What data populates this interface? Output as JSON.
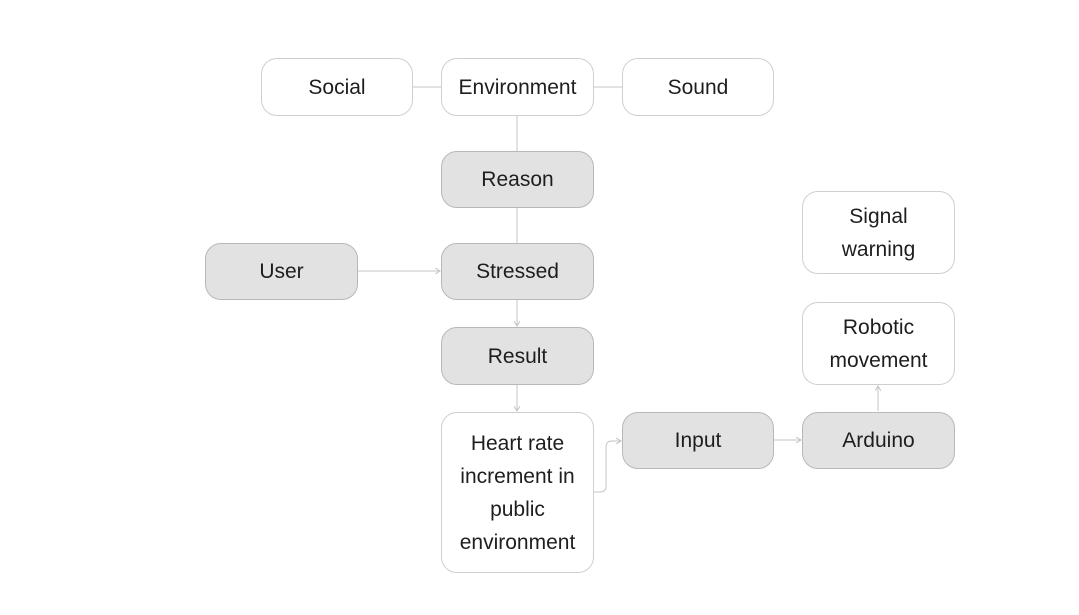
{
  "diagram": {
    "colors": {
      "node_fill": "#e2e2e2",
      "node_outline_fill": "#ffffff",
      "border": "#cfcfcf",
      "connector": "#c4c4c4",
      "text": "#1e1e1e"
    },
    "nodes": {
      "social": "Social",
      "environment": "Environment",
      "sound": "Sound",
      "reason": "Reason",
      "user": "User",
      "stressed": "Stressed",
      "result": "Result",
      "heart_rate": "Heart rate increment in public environment",
      "input": "Input",
      "arduino": "Arduino",
      "signal_warning": "Signal warning",
      "robotic_movement": "Robotic movement"
    }
  }
}
